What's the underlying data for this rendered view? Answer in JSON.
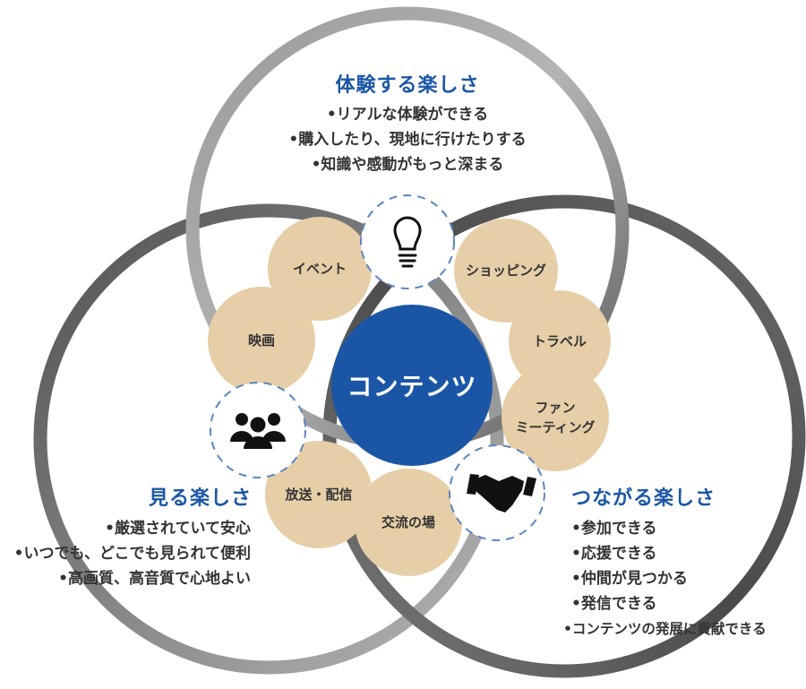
{
  "colors": {
    "ring_dark": "#5a5a5a",
    "ring_light": "#a3a3a3",
    "tan": "#e6cfa8",
    "core_blue": "#1b56a6",
    "heading_blue": "#1b56a6",
    "dash": "#5b86bd",
    "text": "#333333"
  },
  "center": {
    "label": "コンテンツ"
  },
  "sections": {
    "experience": {
      "title": "体験する楽しさ",
      "bullets": [
        "•リアルな体験ができる",
        "•購入したり、現地に行けたりする",
        "•知識や感動がもっと深まる"
      ],
      "icon": "lightbulb-icon"
    },
    "watch": {
      "title": "見る楽しさ",
      "bullets": [
        "•厳選されていて安心",
        "•いつでも、どこでも見られて便利",
        "•高画質、高音質で心地よい"
      ],
      "icon": "people-group-icon"
    },
    "connect": {
      "title": "つながる楽しさ",
      "bullets": [
        "•参加できる",
        "•応援できる",
        "•仲間が見つかる",
        "•発信できる",
        "•コンテンツの発展に貢献できる"
      ],
      "icon": "handshake-icon"
    }
  },
  "categories": {
    "event": "イベント",
    "shopping": "ショッピング",
    "movie": "映画",
    "travel": "トラベル",
    "fan_line1": "ファン",
    "fan_line2": "ミーティング",
    "broadcast": "放送・配信",
    "community": "交流の場"
  }
}
